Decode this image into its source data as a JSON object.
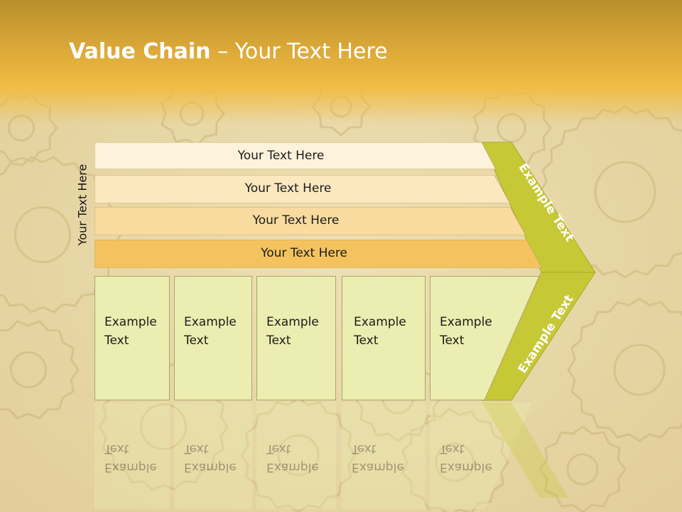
{
  "title": {
    "bold": "Value Chain",
    "rest": " – Your Text Here"
  },
  "side_label": "Your Text Here",
  "bars": [
    {
      "label": "Your Text Here",
      "color": "#fdf3dc"
    },
    {
      "label": "Your Text Here",
      "color": "#fbe8bf"
    },
    {
      "label": "Your Text Here",
      "color": "#f8dc9f"
    },
    {
      "label": "Your Text Here",
      "color": "#f4c35f"
    }
  ],
  "boxes": [
    {
      "label": "Example Text"
    },
    {
      "label": "Example Text"
    },
    {
      "label": "Example Text"
    },
    {
      "label": "Example Text"
    },
    {
      "label": "Example Text"
    }
  ],
  "arrow": {
    "upper_label": "Example Text",
    "lower_label": "Example Text",
    "color": "#c6c836"
  },
  "colors": {
    "box_fill": "#ecedb0",
    "bar_border": "#b99b55",
    "header": "#e8ac35"
  }
}
